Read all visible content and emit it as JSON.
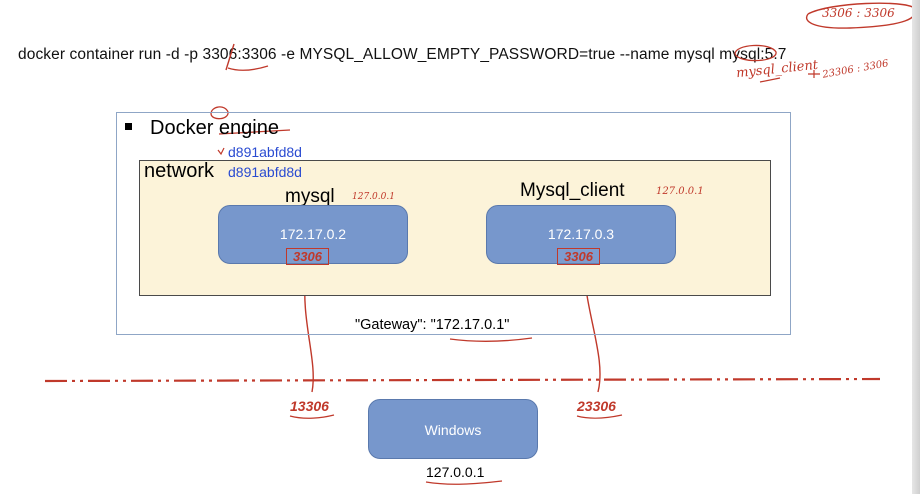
{
  "command": "docker container run -d -p 3306:3306 -e MYSQL_ALLOW_EMPTY_PASSWORD=true --name mysql mysql:5.7",
  "engine": {
    "title": "Docker engine",
    "network_id_1": "d891abfd8d",
    "network_id_2": "d891abfd8d",
    "network_label": "network"
  },
  "containers": [
    {
      "name": "mysql",
      "ip": "172.17.0.2",
      "port": "3306",
      "loopback_note": "127.0.0.1"
    },
    {
      "name": "Mysql_client",
      "ip": "172.17.0.3",
      "port": "3306",
      "loopback_note": "127.0.0.1"
    }
  ],
  "gateway": "\"Gateway\": \"172.17.0.1\"",
  "host": {
    "label": "Windows",
    "ip": "127.0.0.1",
    "port_left": "13306",
    "port_right": "23306"
  },
  "annotations": {
    "top_right_ports": "3306 : 3306",
    "client_name": "mysql_client",
    "client_ports": "23306 : 3306"
  },
  "colors": {
    "container_fill": "#7797cc",
    "annotation_red": "#c0392b",
    "network_fill": "#fcf3d9",
    "hash_blue": "#2a4bd1"
  }
}
